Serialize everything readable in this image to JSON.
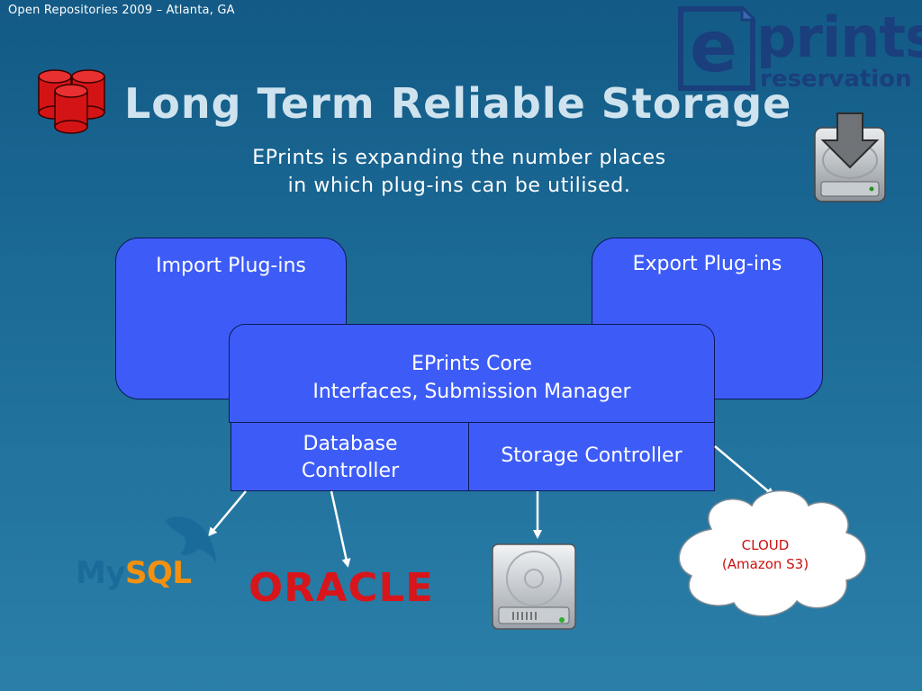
{
  "header": {
    "event": "Open Repositories 2009 – Atlanta, GA"
  },
  "logo": {
    "brand_e": "e",
    "brand_main": "prints",
    "brand_sub": "reservation"
  },
  "slide": {
    "title": "Long Term Reliable Storage",
    "subtitle_line1": "EPrints is expanding the number places",
    "subtitle_line2": "in which plug-ins can be utilised."
  },
  "diagram": {
    "import_label": "Import Plug-ins",
    "export_label": "Export Plug-ins",
    "core_line1": "EPrints Core",
    "core_line2": "Interfaces, Submission Manager",
    "db_line1": "Database",
    "db_line2": "Controller",
    "storage_label": "Storage Controller",
    "cloud_line1": "CLOUD",
    "cloud_line2": "(Amazon S3)",
    "mysql_my": "My",
    "mysql_sql": "SQL",
    "oracle_label": "ORACLE"
  },
  "icons": [
    "database-cylinders-icon",
    "hard-drive-download-icon",
    "hard-drive-icon",
    "mysql-dolphin-icon",
    "cloud-icon"
  ],
  "colors": {
    "box_fill": "#3d5cf7",
    "box_border": "#0b1a55",
    "title": "#cfe3ef",
    "cloud_text": "#cc1010",
    "oracle": "#d8151a"
  }
}
